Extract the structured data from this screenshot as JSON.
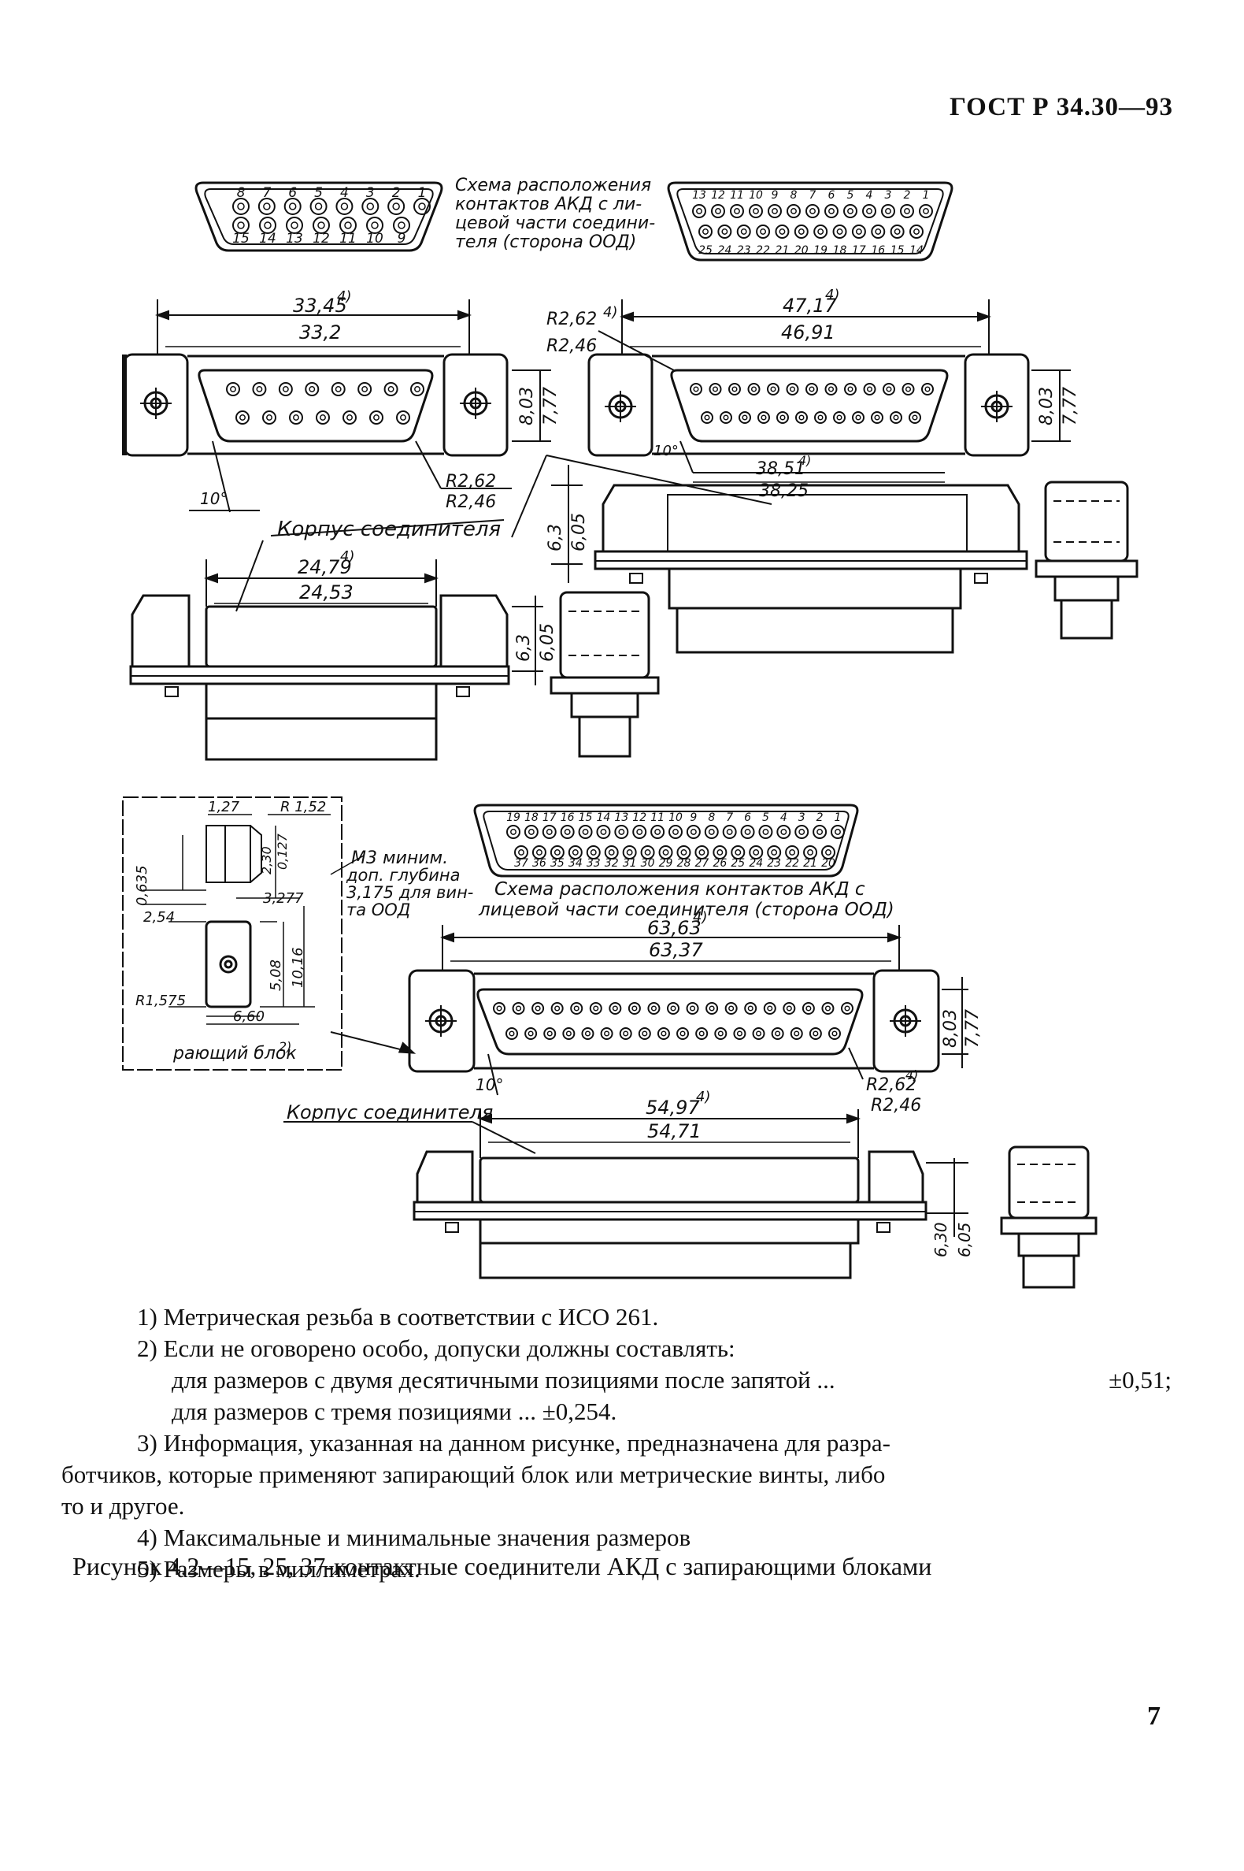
{
  "header": {
    "standard": "ГОСТ Р 34.30—93"
  },
  "figure": {
    "schema_label_top": [
      "Схема расположения",
      "контактов АКД с ли-",
      "цевой части соедини-",
      "теля (сторона ООД)"
    ],
    "pins15_top": [
      "8",
      "7",
      "6",
      "5",
      "4",
      "3",
      "2",
      "1"
    ],
    "pins15_bottom": [
      "15",
      "14",
      "13",
      "12",
      "11",
      "10",
      "9"
    ],
    "pins25_top": [
      "13",
      "12",
      "11",
      "10",
      "9",
      "8",
      "7",
      "6",
      "5",
      "4",
      "3",
      "2",
      "1"
    ],
    "pins25_bottom": [
      "25",
      "24",
      "23",
      "22",
      "21",
      "20",
      "19",
      "18",
      "17",
      "16",
      "15",
      "14"
    ],
    "pins37_top": [
      "19",
      "18",
      "17",
      "16",
      "15",
      "14",
      "13",
      "12",
      "11",
      "10",
      "9",
      "8",
      "7",
      "6",
      "5",
      "4",
      "3",
      "2",
      "1"
    ],
    "pins37_bottom": [
      "37",
      "36",
      "35",
      "34",
      "33",
      "32",
      "31",
      "30",
      "29",
      "28",
      "27",
      "26",
      "25",
      "24",
      "23",
      "22",
      "21",
      "20"
    ],
    "schema_label_37": [
      "Схема расположения контактов АКД с",
      "лицевой части соединителя (сторона ООД)"
    ],
    "dims": {
      "d1": "33,45",
      "d2": "33,2",
      "d3": "47,17",
      "d4": "46,91",
      "r1": "R2,62",
      "r2": "R2,46",
      "h1": "8,03",
      "h2": "7,77",
      "a": "10°",
      "d5": "38,51",
      "d6": "38,25",
      "d7": "24,79",
      "d8": "24,53",
      "s1": "6,3",
      "s2": "6,05",
      "d9": "63,63",
      "d10": "63,37",
      "d11": "54,97",
      "d12": "54,71",
      "s3": "6,30",
      "l1": "1,27",
      "l2": "R 1,52",
      "l3": "0,635",
      "l4": "2,54",
      "l5": "3,277",
      "l6": "5,08",
      "l7": "10,16",
      "l8": "R1,575",
      "l9": "6,60",
      "l10": "2,30",
      "l11": "0,127"
    },
    "sup4": "4)",
    "sup2": "2)",
    "housing_label": "Корпус соединителя",
    "m3_label": [
      "М3 миним.",
      "доп. глубина",
      "3,175 для вин-",
      "та ООД"
    ],
    "lock_label": "рающий блок"
  },
  "notes": {
    "n1": "1) Метрическая резьба в соответствии с ИСО 261.",
    "n2": "2) Если не оговорено особо, допуски должны составлять:",
    "n2a_left": "для размеров с двумя десятичными позициями после запятой ...",
    "n2a_right": "±0,51;",
    "n2b": "для размеров с тремя позициями ... ±0,254.",
    "n3a": "3) Информация, указанная на данном рисунке, предназначена для разра-",
    "n3b": "ботчиков, которые применяют запирающий блок или метрические винты, либо",
    "n3c": "то и другое.",
    "n4": "4) Максимальные и минимальные значения размеров",
    "n5": "5) Размеры в миллиметрах."
  },
  "caption": "Рисунок 4.2—15, 25, 37-контактные соединители АКД с запирающими блоками",
  "page_number": "7"
}
